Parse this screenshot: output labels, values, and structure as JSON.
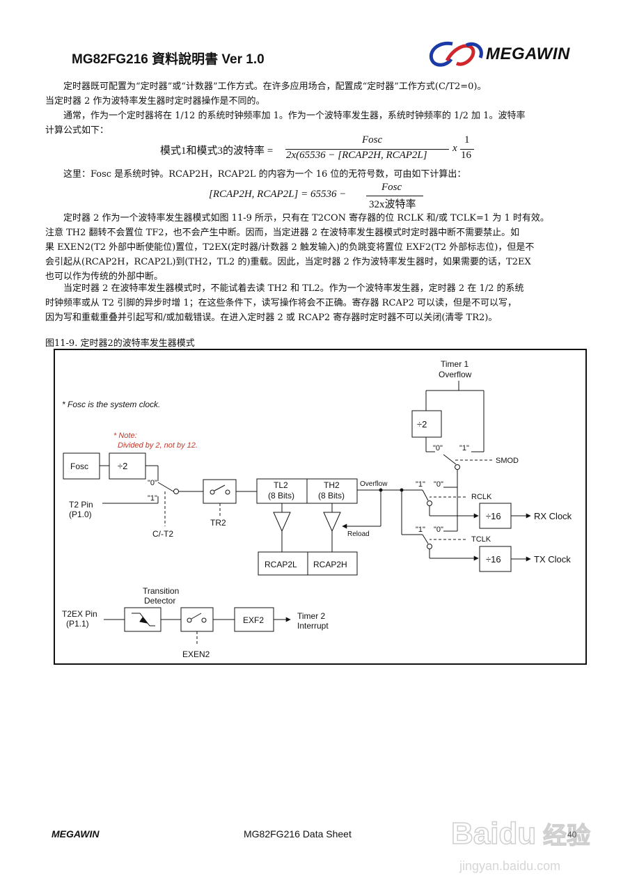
{
  "header": {
    "title": "MG82FG216  資料說明書  Ver 1.0",
    "brand": "MEGAWIN"
  },
  "paragraphs": [
    [
      "定时器既可配置为“定时器”或“计数器”工作方式。在许多应用场合，配置成“定时器”工作方式(C/T2=0)。",
      "当定时器 2 作为波特率发生器时定时器操作是不同的。"
    ],
    [
      "通常，作为一个定时器将在 1/12 的系统时钟频率加 1。作为一个波特率发生器，系统时钟频率的 1/2 加 1。波特率",
      "计算公式如下："
    ],
    [
      "这里：Fosc 是系统时钟。RCAP2H，RCAP2L 的内容为一个 16 位的无符号数，可由如下计算出："
    ],
    [
      "定时器 2 作为一个波特率发生器模式如图 11-9 所示，只有在 T2CON 寄存器的位 RCLK 和/或 TCLK=1 为 1 时有效。",
      "注意 TH2 翻转不会置位 TF2，也不会产生中断。因而，当定进器 2 在波特率发生器模式时定时器中断不需要禁止。如",
      "果 EXEN2(T2 外部中断使能位)置位，T2EX(定时器/计数器 2 触发输入)的负跳变将置位 EXF2(T2 外部标志位)，但是不",
      "会引起从(RCAP2H，RCAP2L)到(TH2，TL2 的)重载。因此，当定时器 2 作为波特率发生器时，如果需要的话，T2EX",
      "也可以作为传统的外部中断。"
    ],
    [
      "当定时器 2 在波特率发生器模式时，不能试着去读 TH2 和 TL2。作为一个波特率发生器，定时器 2 在 1/2 的系统",
      "时钟频率或从 T2 引脚的异步时增 1；在这些条件下，读写操作将会不正确。寄存器 RCAP2 可以读，但是不可以写，",
      "因为写和重载重叠并引起写和/或加载错误。在进入定时器 2 或 RCAP2 寄存器时定时器不可以关闭(清零 TR2)。"
    ]
  ],
  "formula1": {
    "lhs": "模式1和模式3的波特率 =",
    "numerator": "Fosc",
    "denominator": "2x(65536 − [RCAP2H, RCAP2L]",
    "mult": "x",
    "frac2_num": "1",
    "frac2_den": "16"
  },
  "formula2": {
    "lhs": "[RCAP2H, RCAP2L] = 65536 −",
    "numerator": "Fosc",
    "denominator": "32x波特率"
  },
  "figure": {
    "caption": "图11-9.    定时器2的波特率发生器模式",
    "labels": {
      "timer1": "Timer 1",
      "overflow_top": "Overflow",
      "fosc_note": "* Fosc is the system clock.",
      "note1": "* Note:",
      "note2": "Divided by 2, not by 12.",
      "fosc": "Fosc",
      "div2": "÷2",
      "div2b": "÷2",
      "q0a": "\"0\"",
      "q1a": "\"1\"",
      "t2pin": "T2 Pin",
      "t2pin2": "(P1.0)",
      "ct2": "C/-T2",
      "tr2": "TR2",
      "tl2": "TL2",
      "tl2b": "(8 Bits)",
      "th2": "TH2",
      "th2b": "(8 Bits)",
      "overflow": "Overflow",
      "reload": "Reload",
      "rcap2l": "RCAP2L",
      "rcap2h": "RCAP2H",
      "q0b": "\"0\"",
      "q1b": "\"1\"",
      "smod": "SMOD",
      "q1c": "\"1\"",
      "q0c": "\"0\"",
      "rclk": "RCLK",
      "div16a": "÷16",
      "rxclock": "RX Clock",
      "q1d": "\"1\"",
      "q0d": "\"0\"",
      "tclk": "TCLK",
      "div16b": "÷16",
      "txclock": "TX Clock",
      "transition": "Transition",
      "detector": "Detector",
      "t2expin": "T2EX Pin",
      "t2expin2": "(P1.1)",
      "exf2": "EXF2",
      "timer2": "Timer 2",
      "interrupt": "Interrupt",
      "exen2": "EXEN2"
    }
  },
  "footer": {
    "brand": "MEGAWIN",
    "doc": "MG82FG216 Data Sheet",
    "page": "40"
  },
  "watermark": {
    "line1": "Baidu 经验",
    "line2": "jingyan.baidu.com"
  }
}
